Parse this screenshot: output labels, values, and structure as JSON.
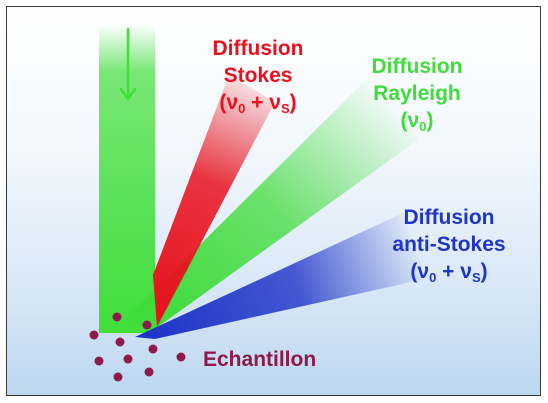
{
  "colors": {
    "stokes": "#e8121e",
    "rayleigh": "#3fdc3a",
    "anti_stokes": "#1f34c8",
    "sample": "#8c1a4c",
    "incident_beam": "#41df3a"
  },
  "incident_arrow": {
    "icon": "down-arrow-icon"
  },
  "labels": {
    "stokes": {
      "line1": "Diffusion",
      "line2": "Stokes",
      "nu0": "(ν",
      "sub0": "0",
      "plus": " + ν",
      "subS": "S",
      "close": ")"
    },
    "rayleigh": {
      "line1": "Diffusion",
      "line2": "Rayleigh",
      "nu0": "(ν",
      "sub0": "0",
      "close": ")"
    },
    "anti_stokes": {
      "line1": "Diffusion",
      "line2": "anti-Stokes",
      "nu0": "(ν",
      "sub0": "0",
      "plus": " + ν",
      "subS": "S",
      "close": ")"
    },
    "sample": "Echantillon"
  }
}
